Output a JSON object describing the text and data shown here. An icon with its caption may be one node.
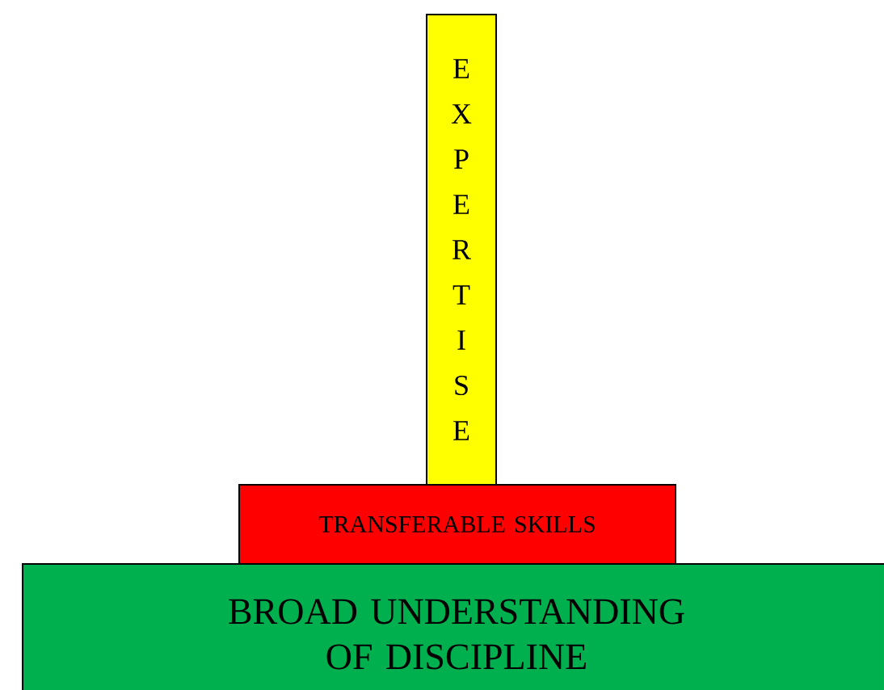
{
  "diagram": {
    "nodes": [
      {
        "text": [
          "EXPERTISE"
        ]
      },
      {
        "text": [
          "TRANSFERABLE SKILLS"
        ]
      },
      {
        "text": [
          "BROAD UNDERSTANDING OF DISCIPLINE"
        ]
      }
    ]
  }
}
